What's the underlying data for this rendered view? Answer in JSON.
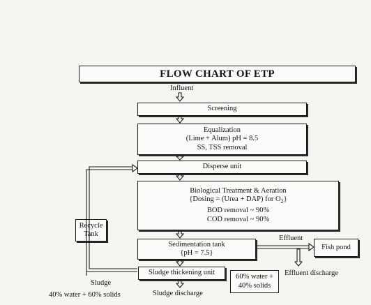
{
  "title": "FLOW CHART OF ETP",
  "influent": "Influent",
  "screening": "Screening",
  "equalization": {
    "line1": "Equalization",
    "line2": "(Lime + Alum) pH = 8.5",
    "line3": "SS, TSS removal"
  },
  "disperse": "Disperse unit",
  "bio": {
    "line1": "Biological Treatment & Aeration",
    "line2_pre": "{Dosing = (Urea + DAP) for O",
    "line2_sub": "2",
    "line2_post": "}",
    "line3": "BOD removal ~ 90%",
    "line4": "COD removal ~ 90%"
  },
  "recycle": {
    "line1": "Recycle",
    "line2": "Tank"
  },
  "sedimentation": {
    "line1": "Sedimentation tank",
    "line2": "{pH = 7.5}"
  },
  "effluent": "Effluent",
  "fish_pond": "Fish pond",
  "effluent_discharge": "Effluent discharge",
  "sludge_thickening": "Sludge thickening unit",
  "sludge": "Sludge",
  "sludge_ratio": "40% water + 60% solids",
  "sludge_discharge": "Sludge discharge",
  "water_solids": {
    "line1": "60% water +",
    "line2": "40% solids"
  }
}
